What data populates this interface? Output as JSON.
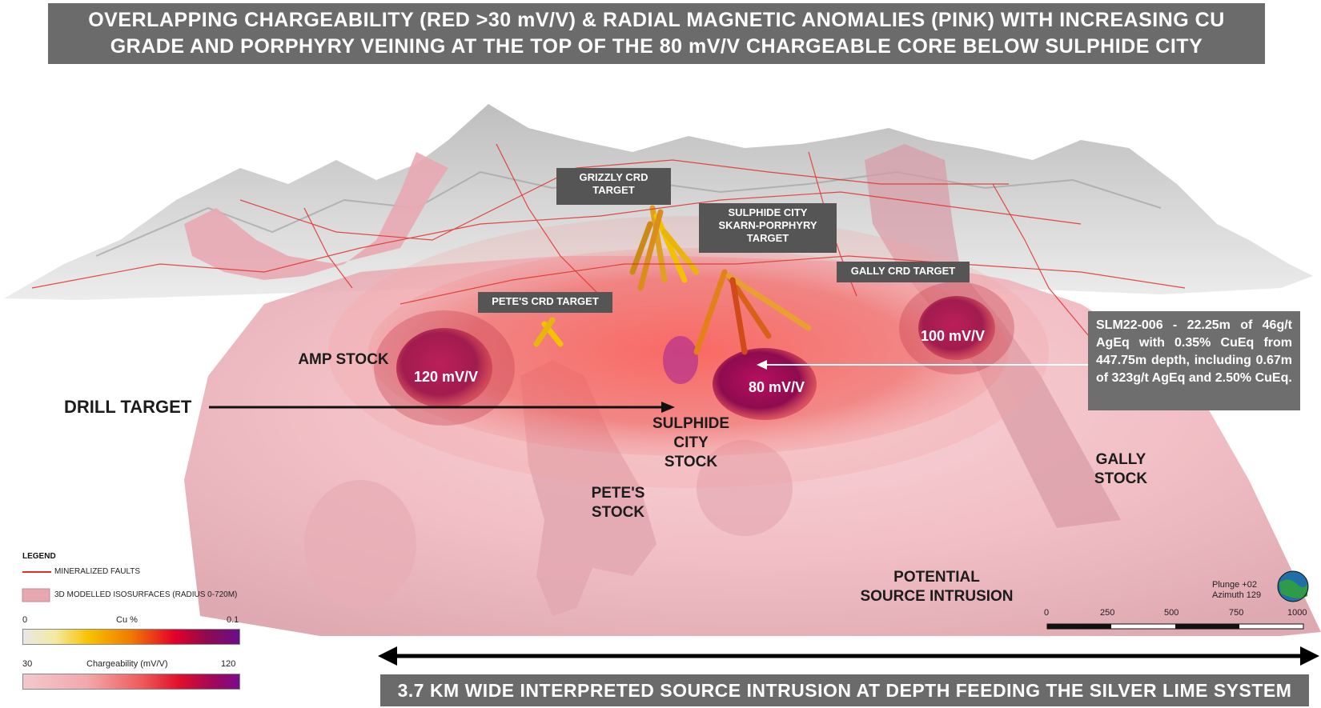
{
  "title": "OVERLAPPING CHARGEABILITY (RED >30 mV/V) & RADIAL MAGNETIC ANOMALIES (PINK) WITH INCREASING CU GRADE AND PORPHYRY VEINING AT THE TOP OF THE 80 mV/V CHARGEABLE CORE BELOW SULPHIDE CITY",
  "bottom_banner": "3.7 KM WIDE INTERPRETED SOURCE INTRUSION AT DEPTH FEEDING THE SILVER LIME SYSTEM",
  "targets": {
    "grizzly": "GRIZZLY CRD\nTARGET",
    "sulphide_city": "SULPHIDE CITY\nSKARN-PORPHYRY\nTARGET",
    "gally": "GALLY CRD TARGET",
    "petes": "PETE'S CRD TARGET"
  },
  "labels": {
    "amp_stock": "AMP STOCK",
    "drill_target": "DRILL TARGET",
    "sulphide_city_stock": "SULPHIDE\nCITY\nSTOCK",
    "petes_stock": "PETE'S\nSTOCK",
    "gally_stock": "GALLY\nSTOCK",
    "potential_source": "POTENTIAL\nSOURCE INTRUSION"
  },
  "chargeability_cores": {
    "core_120": "120 mV/V",
    "core_80": "80 mV/V",
    "core_100": "100 mV/V"
  },
  "callout": "SLM22-006 - 22.25m of 46g/t AgEq with 0.35% CuEq from 447.75m depth, including 0.67m of 323g/t AgEq and 2.50% CuEq.",
  "legend": {
    "title": "LEGEND",
    "faults": "MINERALIZED FAULTS",
    "isosurfaces": "3D MODELLED ISOSURFACES (RADIUS 0-720M)",
    "cu_min": "0",
    "cu_label": "Cu %",
    "cu_max": "0.1",
    "chg_min": "30",
    "chg_label": "Chargeability (mV/V)",
    "chg_max": "120"
  },
  "scale": {
    "ticks": [
      "0",
      "250",
      "500",
      "750",
      "1000"
    ]
  },
  "orientation": {
    "plunge": "Plunge +02",
    "azimuth": "Azimuth 129"
  },
  "colors": {
    "banner": "#6b6b6b",
    "intrusion_pink": "#f2b8c0",
    "chargeability_red": "#e8302f",
    "core_purple": "#8e0b4f",
    "fault_red": "#e0302a",
    "terrain_grey": "#c8c8c8"
  }
}
